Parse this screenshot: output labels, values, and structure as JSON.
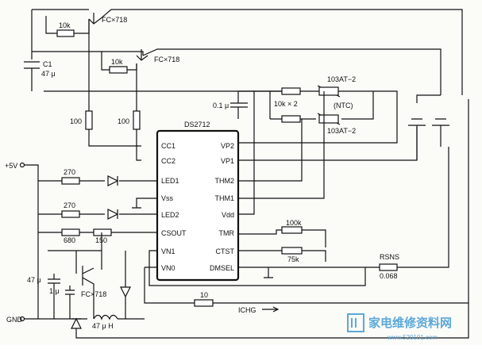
{
  "chip": {
    "name": "DS2712",
    "pins_left": [
      "CC1",
      "CC2",
      "LED1",
      "Vss",
      "LED2",
      "CSOUT",
      "VN1",
      "VN0"
    ],
    "pins_right": [
      "VP2",
      "VP1",
      "THM2",
      "THM1",
      "Vdd",
      "TMR",
      "CTST",
      "DMSEL"
    ]
  },
  "components": {
    "q1": "FC×718",
    "q2": "FC×718",
    "q3": "FC×718",
    "r_q1_base": "10k",
    "r_q2_base": "10k",
    "r_cc1": "100",
    "r_cc2": "100",
    "c1_name": "C1",
    "c1_value": "47 μ",
    "c_vp": "0.1 μ",
    "r_thm": "10k × 2",
    "ntc_top": "103AT−2",
    "ntc_mid": "(NTC)",
    "ntc_bottom": "103AT−2",
    "r_led1": "270",
    "r_led2": "270",
    "r_cs1": "680",
    "r_cs2": "150",
    "r_tmr": "100k",
    "r_ctst": "75k",
    "rsns_name": "RSNS",
    "rsns_value": "0.068",
    "r_ichg": "10",
    "ichg": "ICHG",
    "c_in": "47 μ",
    "c_vn": "1 μ",
    "inductor": "47 μ H"
  },
  "nets": {
    "supply": "+5V",
    "gnd": "GND"
  },
  "watermark": {
    "text": "家电维修资料网",
    "url": "www.520101.com"
  },
  "colors": {
    "ink": "#111111",
    "watermark": "#5da8d8"
  }
}
